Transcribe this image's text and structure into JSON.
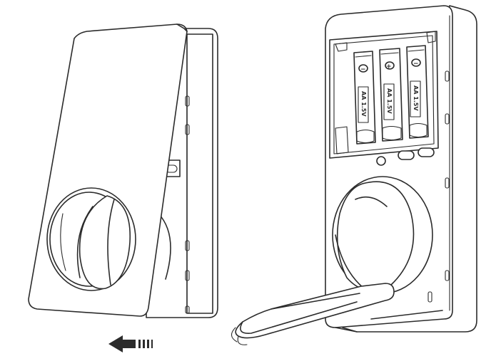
{
  "batteries": [
    {
      "label": "AA 1.5V",
      "polarity_top": "−"
    },
    {
      "label": "AA 1.5V",
      "polarity_top": "+"
    },
    {
      "label": "AA 1.5V",
      "polarity_top": "−"
    }
  ],
  "colors": {
    "line": "#2b2b2b",
    "background": "#ffffff",
    "arrow": "#2b2b2b"
  },
  "icons": {
    "arrow": "arrow-left-icon"
  }
}
